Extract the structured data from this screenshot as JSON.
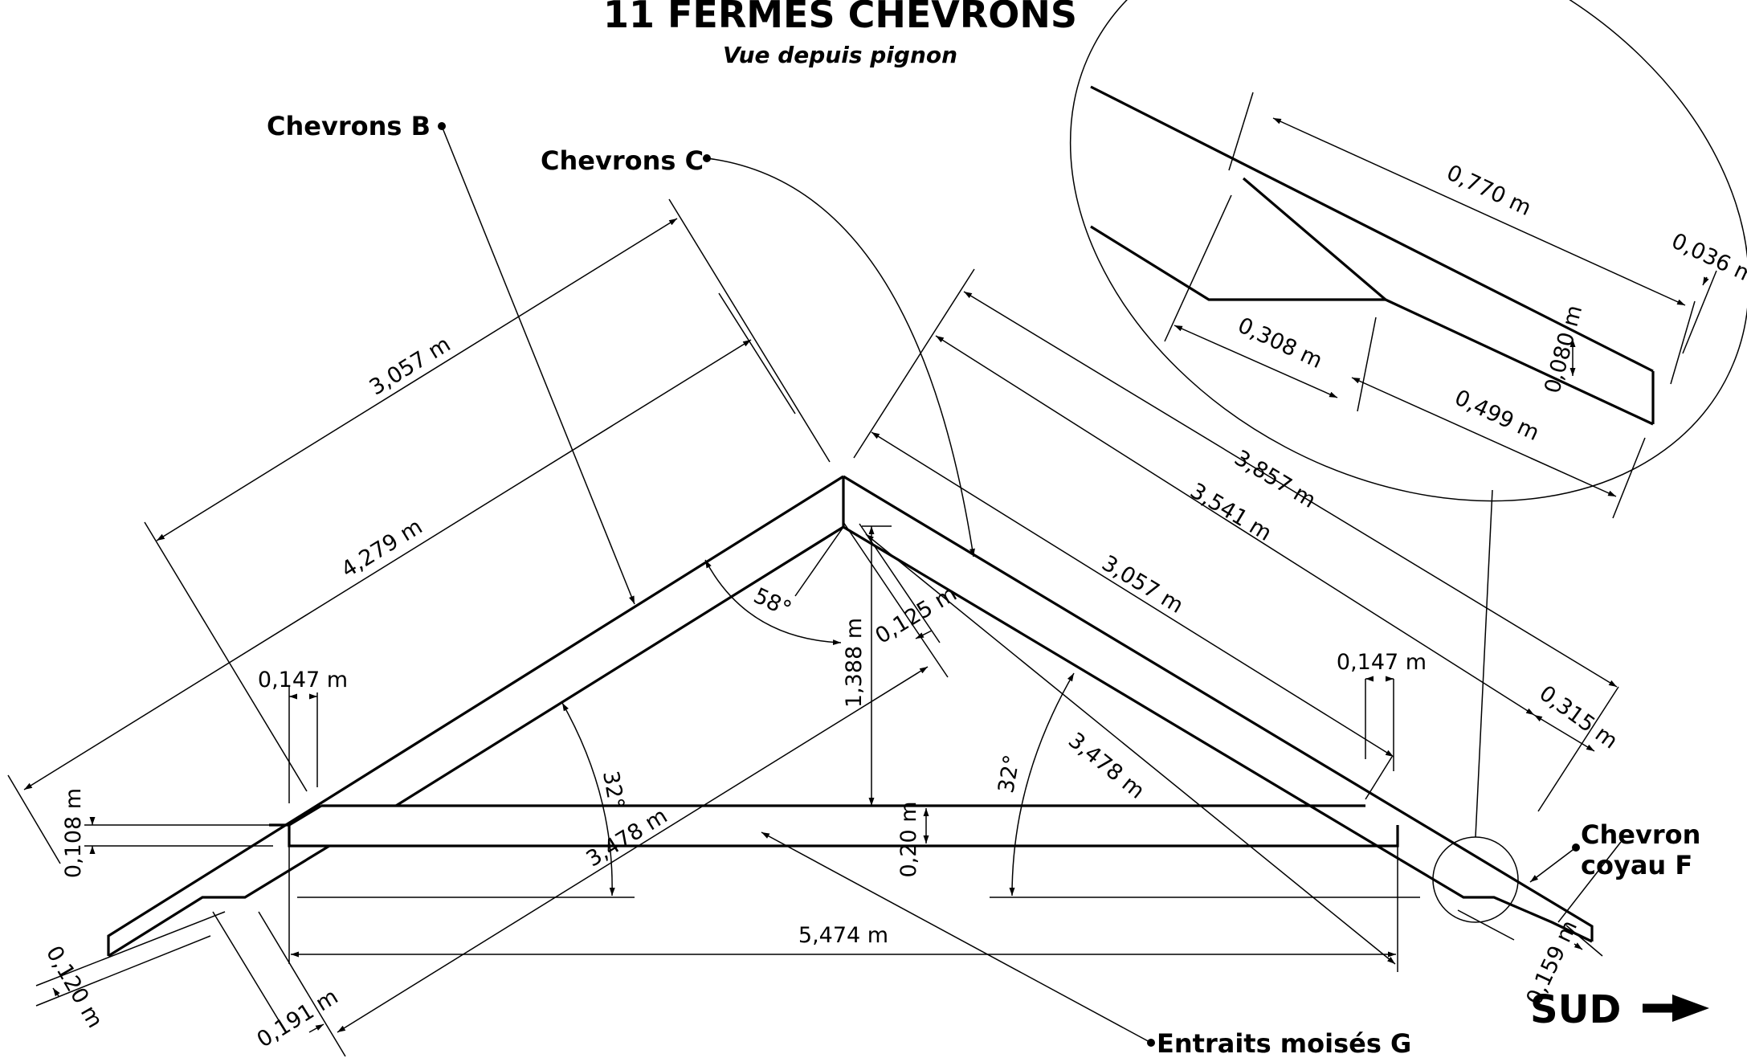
{
  "header": {
    "title": "11 FERMES CHEVRONS",
    "subtitle": "Vue depuis pignon"
  },
  "labels": {
    "chevrons_b": "Chevrons B",
    "chevrons_c": "Chevrons C",
    "chevron_coyau_line1": "Chevron",
    "chevron_coyau_line2": "coyau F",
    "entraits": "Entraits moisés G",
    "orientation": "SUD"
  },
  "dimensions": {
    "left_rafter_length": "3,057 m",
    "left_total_length": "4,279 m",
    "right_total_length": "3,857 m",
    "right_rafter_length_outer": "3,541 m",
    "right_rafter_length": "3,057 m",
    "ridge_thickness": "0,125 m",
    "ridge_angle": "58°",
    "ridge_height": "1,388 m",
    "left_offset": "0,147 m",
    "right_offset": "0,147 m",
    "left_slope_angle": "32°",
    "right_slope_angle": "32°",
    "left_diagonal": "3,478 m",
    "right_diagonal": "3,478 m",
    "tie_beam_height": "0,20 m",
    "span": "5,474 m",
    "left_tie_thickness": "0,108 m",
    "left_tail_thickness": "0,120 m",
    "left_seat": "0,191 m",
    "right_seat": "0,315 m",
    "coyau_thickness": "0,159 m",
    "detail_length": "0,770 m",
    "detail_offset": "0,036 m",
    "detail_seat_width": "0,308 m",
    "detail_thickness": "0,080 m",
    "detail_tail": "0,499 m"
  },
  "colors": {
    "ink": "#000000",
    "background": "#ffffff"
  },
  "icons": {
    "sud_arrow": "right-arrow-icon",
    "callout_dot": "dot-marker-icon"
  }
}
